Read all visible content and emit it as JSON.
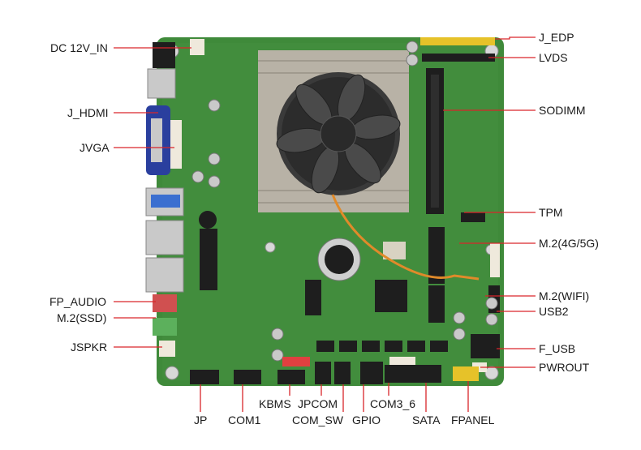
{
  "labels": {
    "dc_12v_in": "DC 12V_IN",
    "j_hdmi": "J_HDMI",
    "jvga": "JVGA",
    "fp_audio": "FP_AUDIO",
    "m2_ssd": "M.2(SSD)",
    "jspkr": "JSPKR",
    "j_edp": "J_EDP",
    "lvds": "LVDS",
    "sodimm": "SODIMM",
    "tpm": "TPM",
    "m2_4g5g": "M.2(4G/5G)",
    "m2_wifi": "M.2(WIFI)",
    "usb2": "USB2",
    "f_usb": "F_USB",
    "pwrout": "PWROUT",
    "jp": "JP",
    "com1": "COM1",
    "kbms": "KBMS",
    "jpcom": "JPCOM",
    "com_sw": "COM_SW",
    "gpio": "GPIO",
    "com3_6": "COM3_6",
    "sata": "SATA",
    "fpanel": "FPANEL"
  },
  "colors": {
    "pcb": "#3f8a3a",
    "pcb_dark": "#2f6e2c",
    "heatsink": "#b8b2a6",
    "fan": "#3a3a3a",
    "leader": "#d9262b",
    "connector_black": "#1e1e1e",
    "connector_white": "#efe9dc",
    "connector_yellow": "#e6c229",
    "port_silver": "#c9c9c9",
    "vga_blue": "#2a3f9e",
    "usb_blue": "#3b6fd0"
  }
}
